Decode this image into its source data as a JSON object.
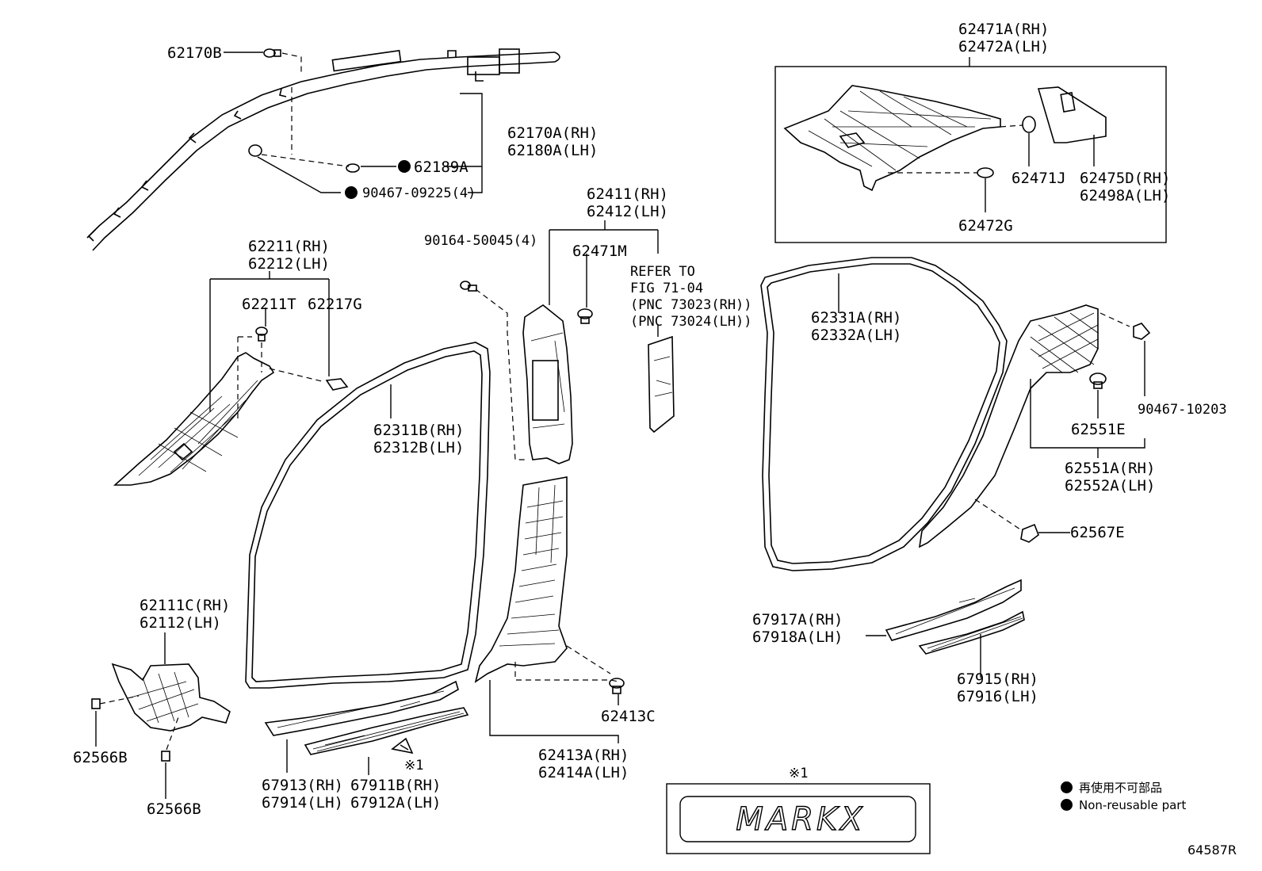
{
  "diagram": {
    "part_numbers": {
      "p62170B": "62170B",
      "p62170A": "62170A(RH)",
      "p62180A": "62180A(LH)",
      "p62189A": "62189A",
      "p90467_09225": "90467-09225(4)",
      "p62211": "62211(RH)",
      "p62212": "62212(LH)",
      "p62211T": "62211T",
      "p62217G": "62217G",
      "p62111C": "62111C(RH)",
      "p62112": "62112(LH)",
      "p62566B_a": "62566B",
      "p62566B_b": "62566B",
      "p62311B": "62311B(RH)",
      "p62312B": "62312B(LH)",
      "p67913": "67913(RH)",
      "p67914": "67914(LH)",
      "p67911B": "67911B(RH)",
      "p67912A": "67912A(LH)",
      "ref_mark": "※1",
      "p90164": "90164-50045(4)",
      "p62411": "62411(RH)",
      "p62412": "62412(LH)",
      "p62471M": "62471M",
      "refer1": "REFER TO",
      "refer2": "FIG 71-04",
      "refer3": "(PNC 73023(RH))",
      "refer4": "(PNC 73024(LH))",
      "p62413C": "62413C",
      "p62413A": "62413A(RH)",
      "p62414A": "62414A(LH)",
      "p62471A": "62471A(RH)",
      "p62472A": "62472A(LH)",
      "p62471J": "62471J",
      "p62475D": "62475D(RH)",
      "p62498A": "62498A(LH)",
      "p62472G": "62472G",
      "p62331A": "62331A(RH)",
      "p62332A": "62332A(LH)",
      "p90467_10203": "90467-10203",
      "p62551E": "62551E",
      "p62551A": "62551A(RH)",
      "p62552A": "62552A(LH)",
      "p62567E": "62567E",
      "p67917A": "67917A(RH)",
      "p67918A": "67918A(LH)",
      "p67915": "67915(RH)",
      "p67916": "67916(LH)"
    },
    "emblem": {
      "ref_mark": "※1",
      "text": "MARKX"
    },
    "legend": {
      "jp": "再使用不可部品",
      "en": "Non-reusable part"
    },
    "figure_code": "64587R"
  }
}
